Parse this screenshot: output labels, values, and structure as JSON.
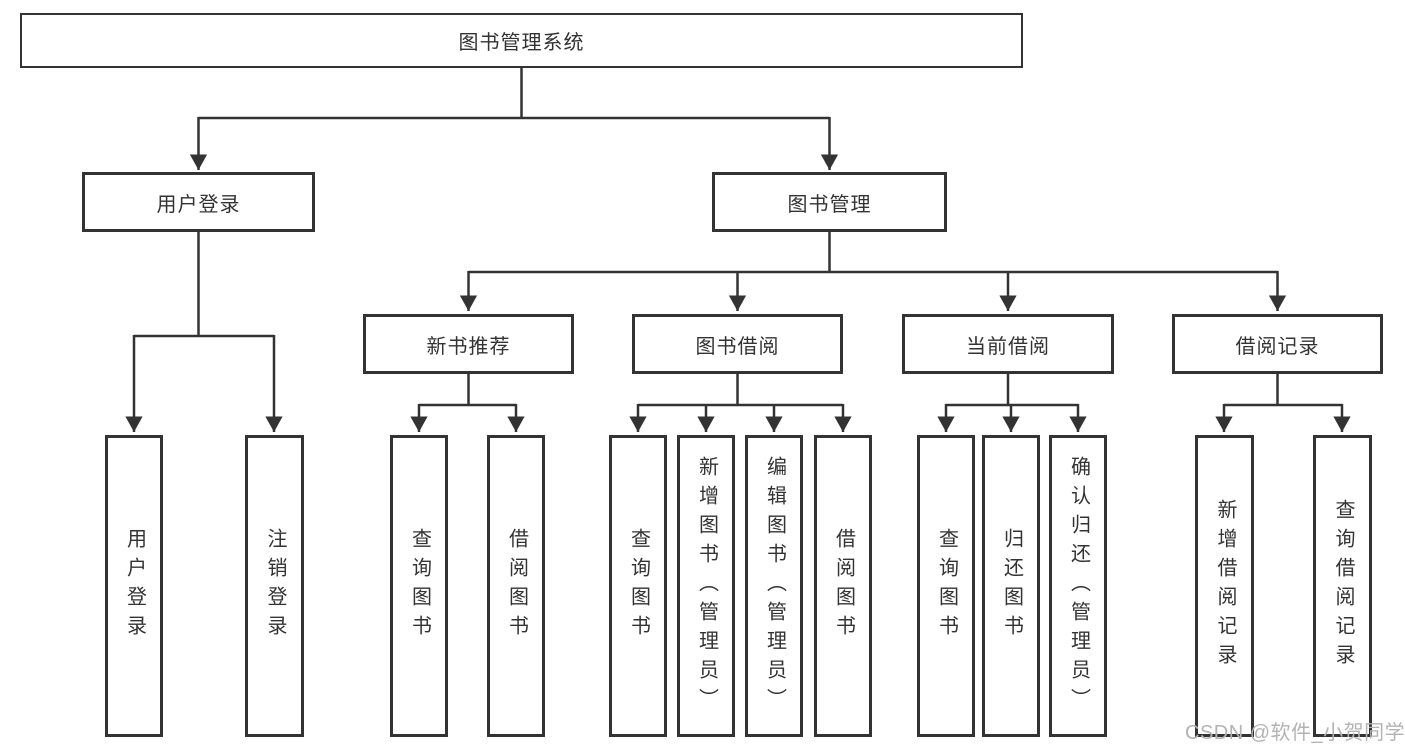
{
  "diagram": {
    "title": "图书管理系统",
    "root": {
      "label": "图书管理系统"
    },
    "level2": [
      {
        "label": "用户登录"
      },
      {
        "label": "图书管理"
      }
    ],
    "level3": [
      {
        "label": "新书推荐",
        "parent": "图书管理"
      },
      {
        "label": "图书借阅",
        "parent": "图书管理"
      },
      {
        "label": "当前借阅",
        "parent": "图书管理"
      },
      {
        "label": "借阅记录",
        "parent": "图书管理"
      }
    ],
    "leaves": [
      "用户登录",
      "注销登录",
      "查询图书",
      "借阅图书",
      "查询图书",
      "新增图书（管理员）",
      "编辑图书（管理员）",
      "借阅图书",
      "查询图书",
      "归还图书",
      "确认归还（管理员）",
      "新增借阅记录",
      "查询借阅记录"
    ],
    "leaf_parents": {
      "用户登录": [
        "用户登录",
        "注销登录"
      ],
      "新书推荐": [
        "查询图书",
        "借阅图书"
      ],
      "图书借阅": [
        "查询图书",
        "新增图书（管理员）",
        "编辑图书（管理员）",
        "借阅图书"
      ],
      "当前借阅": [
        "查询图书",
        "归还图书",
        "确认归还（管理员）"
      ],
      "借阅记录": [
        "新增借阅记录",
        "查询借阅记录"
      ]
    },
    "colors": {
      "line": "#333333",
      "box_border": "#333333",
      "text": "#333333",
      "background": "#ffffff",
      "watermark": "#b3b3b3"
    }
  },
  "watermark": {
    "text": "CSDN @软件_小贺同学"
  }
}
